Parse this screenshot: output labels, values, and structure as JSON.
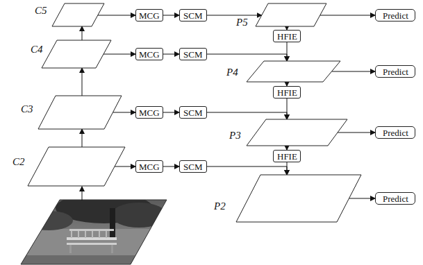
{
  "diagram": {
    "nodes": [
      {
        "text": [
          "C5"
        ]
      },
      {
        "text": [
          "MCG"
        ]
      },
      {
        "text": [
          "SCM"
        ]
      },
      {
        "text": [
          "P5"
        ]
      },
      {
        "text": [
          "Predict"
        ]
      },
      {
        "text": [
          "HFIE"
        ]
      },
      {
        "text": [
          "C4"
        ]
      },
      {
        "text": [
          "MCG"
        ]
      },
      {
        "text": [
          "SCM"
        ]
      },
      {
        "text": [
          "P4"
        ]
      },
      {
        "text": [
          "Predict"
        ]
      },
      {
        "text": [
          "HFIE"
        ]
      },
      {
        "text": [
          "C3"
        ]
      },
      {
        "text": [
          "MCG"
        ]
      },
      {
        "text": [
          "SCM"
        ]
      },
      {
        "text": [
          "P3"
        ]
      },
      {
        "text": [
          "Predict"
        ]
      },
      {
        "text": [
          "HFIE"
        ]
      },
      {
        "text": [
          "C2"
        ]
      },
      {
        "text": [
          "MCG"
        ]
      },
      {
        "text": [
          "SCM"
        ]
      },
      {
        "text": [
          "P2"
        ]
      },
      {
        "text": [
          "Predict"
        ]
      }
    ],
    "edges": [
      {
        "from": 18,
        "to": 12,
        "arrow": "to"
      },
      {
        "from": 12,
        "to": 6,
        "arrow": "to"
      },
      {
        "from": 6,
        "to": 0,
        "arrow": "to"
      },
      {
        "from": 0,
        "to": 1,
        "arrow": "to"
      },
      {
        "from": 1,
        "to": 2,
        "arrow": "to"
      },
      {
        "from": 2,
        "to": 3,
        "arrow": "to"
      },
      {
        "from": 3,
        "to": 4,
        "arrow": "to"
      },
      {
        "from": 3,
        "to": 5,
        "arrow": "to"
      },
      {
        "from": 5,
        "to": 9,
        "arrow": "to"
      },
      {
        "from": 6,
        "to": 7,
        "arrow": "to"
      },
      {
        "from": 7,
        "to": 8,
        "arrow": "to"
      },
      {
        "from": 8,
        "to": 9,
        "arrow": "to"
      },
      {
        "from": 9,
        "to": 10,
        "arrow": "to"
      },
      {
        "from": 9,
        "to": 11,
        "arrow": "to"
      },
      {
        "from": 11,
        "to": 15,
        "arrow": "to"
      },
      {
        "from": 12,
        "to": 13,
        "arrow": "to"
      },
      {
        "from": 13,
        "to": 14,
        "arrow": "to"
      },
      {
        "from": 14,
        "to": 15,
        "arrow": "to"
      },
      {
        "from": 15,
        "to": 16,
        "arrow": "to"
      },
      {
        "from": 15,
        "to": 17,
        "arrow": "to"
      },
      {
        "from": 17,
        "to": 21,
        "arrow": "to"
      },
      {
        "from": 18,
        "to": 19,
        "arrow": "to"
      },
      {
        "from": 19,
        "to": 20,
        "arrow": "to"
      },
      {
        "from": 20,
        "to": 21,
        "arrow": "to"
      },
      {
        "from": 21,
        "to": 22,
        "arrow": "to"
      }
    ]
  }
}
